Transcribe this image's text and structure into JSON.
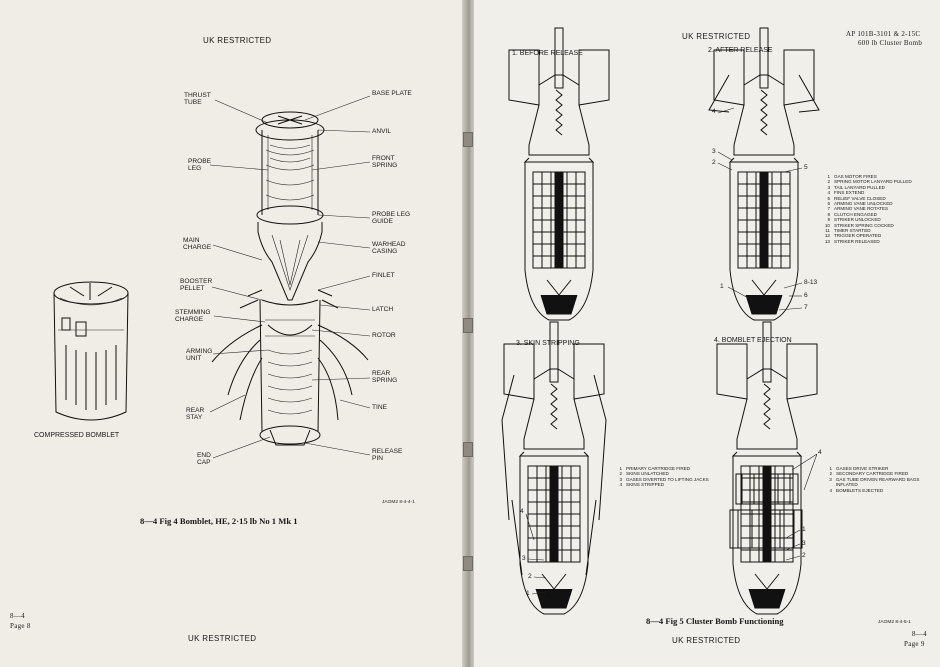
{
  "left_page": {
    "header": "UK RESTRICTED",
    "footer": "UK RESTRICTED",
    "page_section": "8—4",
    "page_number": "Page 8",
    "compressed_label": "COMPRESSED BOMBLET",
    "fig_code": "JAOM2 8-4-4-1",
    "caption": "8—4 Fig 4   Bomblet, HE, 2·15 lb No 1 Mk 1",
    "labels": {
      "thrust_tube": "THRUST\nTUBE",
      "probe_leg": "PROBE\nLEG",
      "main_charge": "MAIN\nCHARGE",
      "booster_pellet": "BOOSTER\nPELLET",
      "stemming_charge": "STEMMING\nCHARGE",
      "arming_unit": "ARMING\nUNIT",
      "rear_stay": "REAR\nSTAY",
      "end_cap": "END\nCAP",
      "base_plate": "BASE PLATE",
      "anvil": "ANVIL",
      "front_spring": "FRONT\nSPRING",
      "probe_leg_guide": "PROBE LEG\nGUIDE",
      "warhead_casing": "WARHEAD\nCASING",
      "finlet": "FINLET",
      "latch": "LATCH",
      "rotor": "ROTOR",
      "rear_spring": "REAR\nSPRING",
      "tine": "TINE",
      "release_pin": "RELEASE\nPIN"
    }
  },
  "right_page": {
    "header": "UK RESTRICTED",
    "doc_ref": "AP 101B-3101 & 2-15C",
    "doc_title": "600 lb Cluster Bomb",
    "footer": "UK RESTRICTED",
    "page_section": "8—4",
    "page_number": "Page 9",
    "fig_code": "JAOM2 8-4-5-1",
    "caption": "8—4 Fig 5   Cluster Bomb Functioning",
    "panels": {
      "before": "1. BEFORE RELEASE",
      "after": "2. AFTER RELEASE",
      "skin": "3. SKIN STRIPPING",
      "ejection": "4. BOMBLET EJECTION"
    },
    "callouts": {
      "after_4": "4",
      "after_3": "3",
      "after_2": "2",
      "after_5": "5",
      "after_1": "1",
      "after_8_13": "8-13",
      "after_6": "6",
      "after_7": "7",
      "skin_4": "4",
      "skin_3": "3",
      "skin_2": "2",
      "skin_1": "1",
      "ej_4": "4",
      "ej_1": "1",
      "ej_3": "3",
      "ej_2": "2"
    },
    "legend_after": [
      {
        "n": "1",
        "t": "GAS MOTOR FIRES"
      },
      {
        "n": "2",
        "t": "SPRING MOTOR LANYARD PULLED"
      },
      {
        "n": "3",
        "t": "TAIL LANYARD PULLED"
      },
      {
        "n": "4",
        "t": "FINS EXTEND"
      },
      {
        "n": "5",
        "t": "RELIEF VALVE CLOSED"
      },
      {
        "n": "6",
        "t": "ARMING VANE UNLOCKED"
      },
      {
        "n": "7",
        "t": "ARMING VANE ROTATES"
      },
      {
        "n": "8",
        "t": "CLUTCH ENGAGED"
      },
      {
        "n": "9",
        "t": "STRIKER UNLOCKED"
      },
      {
        "n": "10",
        "t": "STRIKER SPRING COCKED"
      },
      {
        "n": "11",
        "t": "TIMER STARTED"
      },
      {
        "n": "12",
        "t": "TRIGGER OPERATED"
      },
      {
        "n": "13",
        "t": "STRIKER RELEASED"
      }
    ],
    "legend_skin": [
      {
        "n": "1",
        "t": "PRIMARY CARTRIDGE FIRED"
      },
      {
        "n": "2",
        "t": "SKINS UNLATCHED"
      },
      {
        "n": "3",
        "t": "GASES DIVERTED TO LIFTING JACKS"
      },
      {
        "n": "4",
        "t": "SKINS STRIPPED"
      }
    ],
    "legend_ejection": [
      {
        "n": "1",
        "t": "GASES DRIVE STRIKER"
      },
      {
        "n": "2",
        "t": "SECONDARY CARTRIDGE FIRED"
      },
      {
        "n": "3",
        "t": "GAS TUBE DRIVEN REARWARD BAGS INFLATED"
      },
      {
        "n": "4",
        "t": "BOMBLETS EJECTED"
      }
    ]
  }
}
